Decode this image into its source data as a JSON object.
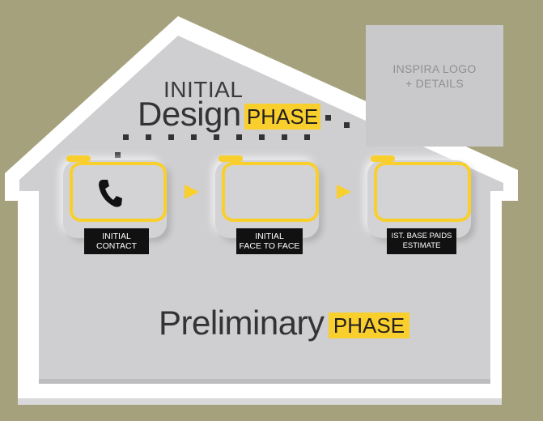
{
  "logo": {
    "text": "INSPIRA LOGO\n+ DETAILS"
  },
  "design_phase": {
    "initial": "INITIAL",
    "design": "Design",
    "phase": "PHASE"
  },
  "steps": [
    {
      "label": "INITIAL\nCONTACT",
      "icon": "phone-icon"
    },
    {
      "label": "INITIAL\nFACE TO FACE",
      "icon": ""
    },
    {
      "label": "IST. BASE PAIDS\nESTIMATE",
      "icon": ""
    }
  ],
  "preliminary_phase": {
    "preliminary": "Preliminary",
    "phase": "PHASE"
  },
  "colors": {
    "background": "#a6a17d",
    "accent": "#f9cf2d",
    "house": "#cfcfd1",
    "label_bg": "#111111"
  }
}
